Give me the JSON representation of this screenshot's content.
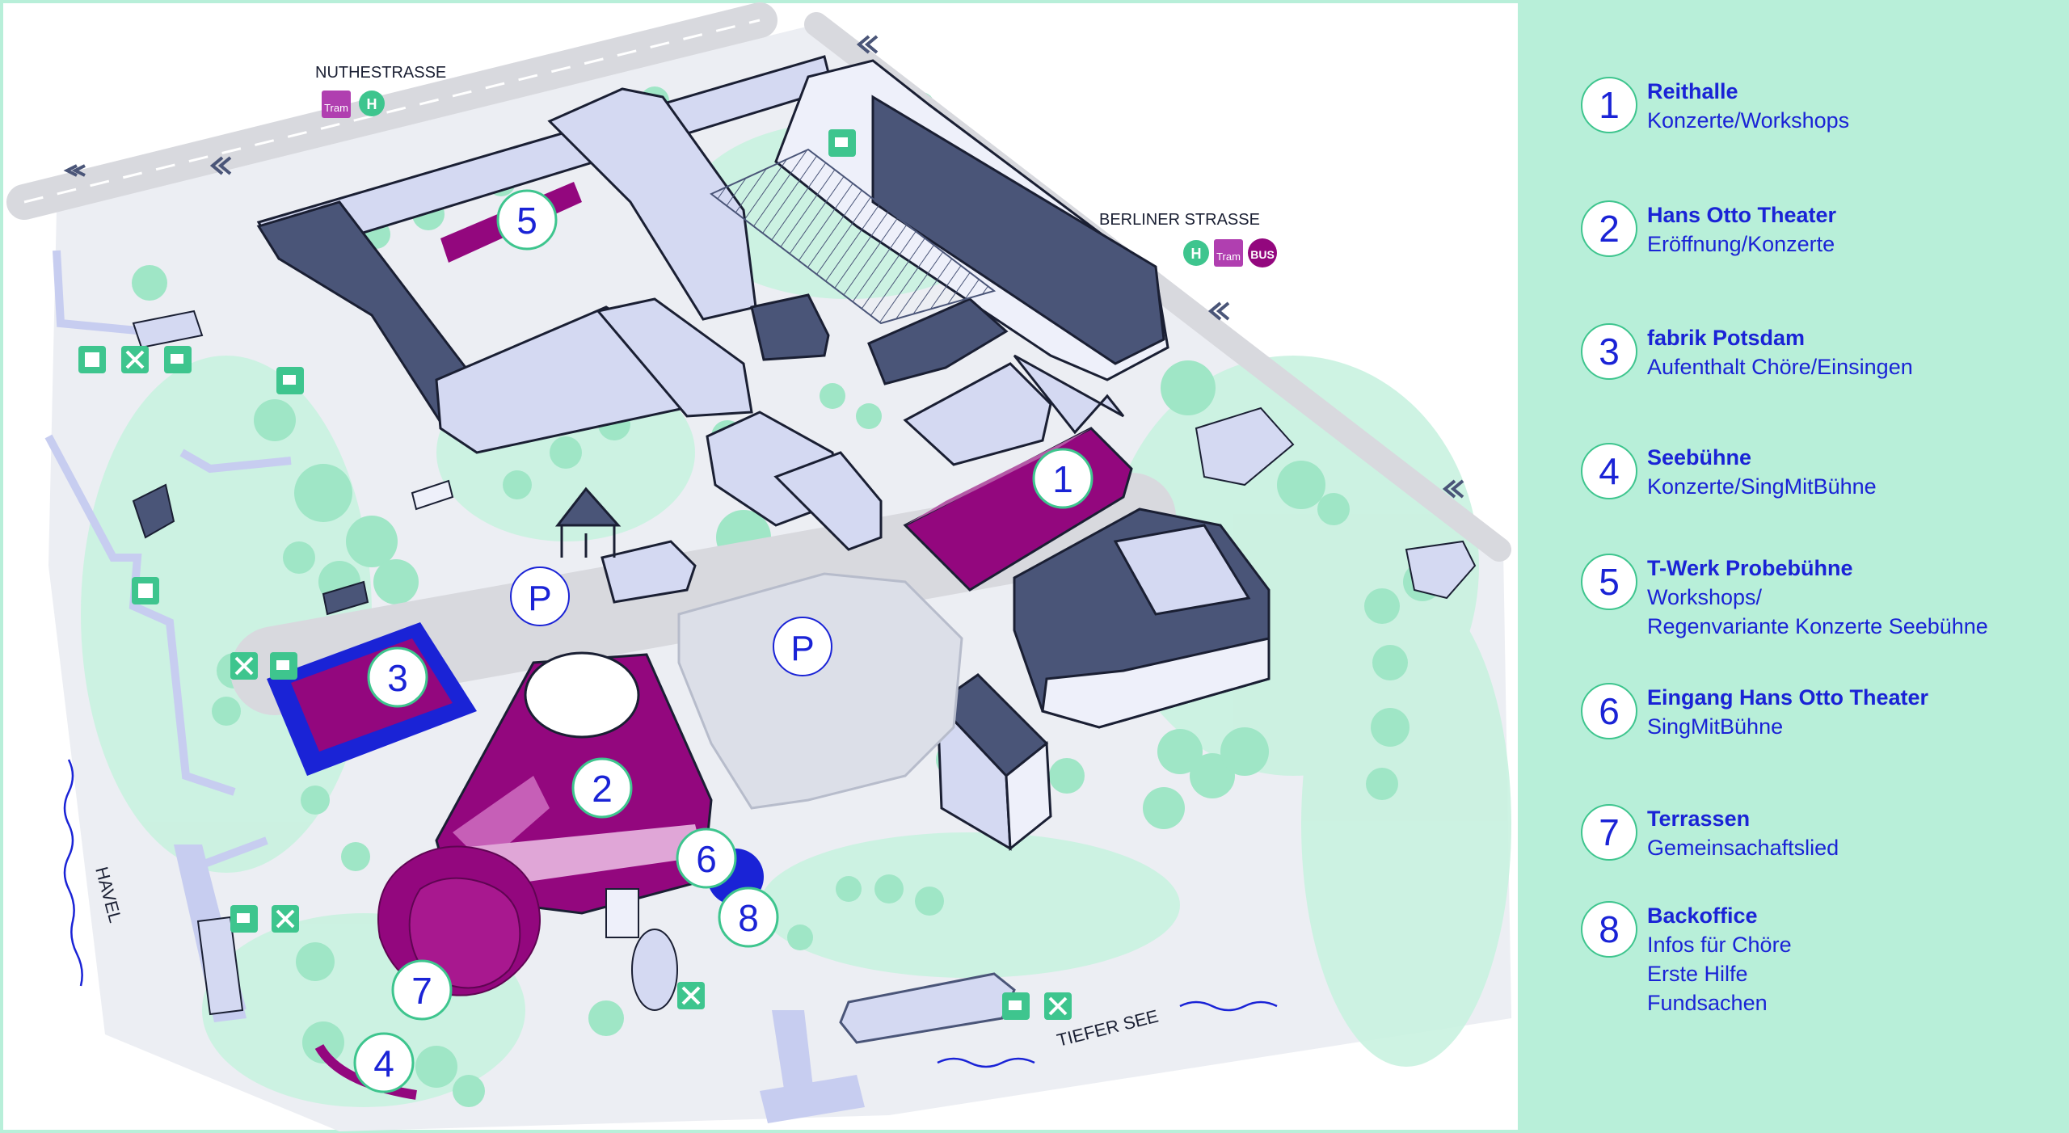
{
  "colors": {
    "accent_blue": "#1a23d6",
    "magenta": "#93077e",
    "mint": "#b8efd9",
    "green_icon": "#3ec58e",
    "dark_building": "#4a5578",
    "light_building": "#d4d9f2",
    "ground": "#e9eaf0"
  },
  "map": {
    "street_north": "NUTHESTRASSE",
    "street_east": "BERLINER STRASSE",
    "river_west": "HAVEL",
    "lake_south": "TIEFER SEE",
    "badge_tram": "Tram",
    "badge_bus": "BUS",
    "badge_h": "H",
    "parking": "P",
    "markers": {
      "m1": "1",
      "m2": "2",
      "m3": "3",
      "m4": "4",
      "m5": "5",
      "m6": "6",
      "m7": "7",
      "m8": "8"
    }
  },
  "legend": [
    {
      "number": "1",
      "title": "Reithalle",
      "lines": [
        "Konzerte/Workshops"
      ]
    },
    {
      "number": "2",
      "title": "Hans Otto Theater",
      "lines": [
        "Eröffnung/Konzerte"
      ]
    },
    {
      "number": "3",
      "title": "fabrik Potsdam",
      "lines": [
        "Aufenthalt Chöre/Einsingen"
      ]
    },
    {
      "number": "4",
      "title": "Seebühne",
      "lines": [
        "Konzerte/SingMitBühne"
      ]
    },
    {
      "number": "5",
      "title": "T-Werk Probebühne",
      "lines": [
        "Workshops/",
        "Regenvariante Konzerte Seebühne"
      ]
    },
    {
      "number": "6",
      "title": "Eingang Hans Otto Theater",
      "lines": [
        "SingMitBühne"
      ]
    },
    {
      "number": "7",
      "title": "Terrassen",
      "lines": [
        "Gemeinsachaftslied"
      ]
    },
    {
      "number": "8",
      "title": "Backoffice",
      "lines": [
        "Infos für Chöre",
        "Erste Hilfe",
        "Fundsachen"
      ]
    }
  ]
}
